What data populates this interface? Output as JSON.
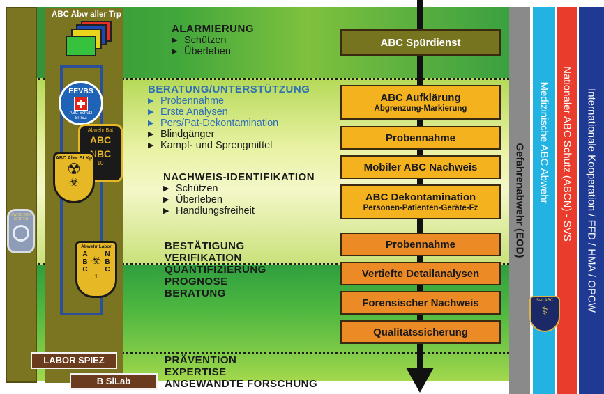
{
  "top_pillar_label": "ABC Abw aller Trp",
  "sections": {
    "alarmierung": {
      "title": "ALARMIERUNG",
      "items": [
        "Schützen",
        "Überleben"
      ]
    },
    "beratung": {
      "title": "BERATUNG/UNTERSTÜTZUNG",
      "items": [
        "Probennahme",
        "Erste Analysen",
        "Pers/Pat-Dekontamination",
        "Blindgänger",
        "Kampf- und Sprengmittel"
      ]
    },
    "nachweis": {
      "title": "NACHWEIS-IDENTIFIKATION",
      "items": [
        "Schützen",
        "Überleben",
        "Handlungsfreiheit"
      ]
    },
    "bestaetigung": {
      "lines": [
        "BESTÄTIGUNG",
        "VERIFIKATION",
        "QUANTIFIZIERUNG",
        "PROGNOSE",
        "BERATUNG"
      ]
    },
    "praevention": {
      "lines": [
        "PRÄVENTION",
        "EXPERTISE",
        "ANGEWANDTE FORSCHUNG"
      ]
    }
  },
  "boxes": [
    {
      "title": "ABC Spürdienst",
      "subtitle": ""
    },
    {
      "title": "ABC Aufklärung",
      "subtitle": "Abgrenzung-Markierung"
    },
    {
      "title": "Probennahme",
      "subtitle": ""
    },
    {
      "title": "Mobiler ABC Nachweis",
      "subtitle": ""
    },
    {
      "title": "ABC Dekontamination",
      "subtitle": "Personen-Patienten-Geräte-Fz"
    },
    {
      "title": "Probennahme",
      "subtitle": ""
    },
    {
      "title": "Vertiefte Detailanalysen",
      "subtitle": ""
    },
    {
      "title": "Forensischer Nachweis",
      "subtitle": ""
    },
    {
      "title": "Qualitätssicherung",
      "subtitle": ""
    }
  ],
  "stripes": [
    {
      "label": "Gefahrenabwehr (EOD)",
      "color": "#8a8a8a"
    },
    {
      "label": "Medizinische ABC Abwehr",
      "color": "#22b3e3"
    },
    {
      "label": "Nationaler ABC Schutz (ABCN) - SVS",
      "color": "#ea3c2c"
    },
    {
      "label": "Internationale Kooperation / FFD / HMA / OPCW",
      "color": "#1f3a93"
    }
  ],
  "emblems": {
    "eevbs": {
      "title": "EEVBS",
      "subtitle": "ABC-Schutz SPIEZ"
    },
    "abwehr_bat": {
      "title": "Abwehr Bat",
      "line1": "ABC",
      "line2": "NBC",
      "number": "10"
    },
    "abc_abw_kp": {
      "title": "ABC Abw Bt Kp"
    },
    "swiss_eod": {
      "title": "SWISS EOD CENTER"
    },
    "abwehr_labor": {
      "title": "Abwehr Labor",
      "left": "A B C",
      "right": "N B C",
      "number": "1"
    },
    "med_badge": {
      "title": "San ABC"
    }
  },
  "labels": {
    "labor_spiez": "LABOR SPIEZ",
    "b_silab": "B SiLab"
  },
  "colors": {
    "amber": "#f4b21e",
    "orange": "#ec8a25",
    "olive": "#76741f",
    "brown": "#6b3b1e",
    "blue": "#2b4f99"
  }
}
